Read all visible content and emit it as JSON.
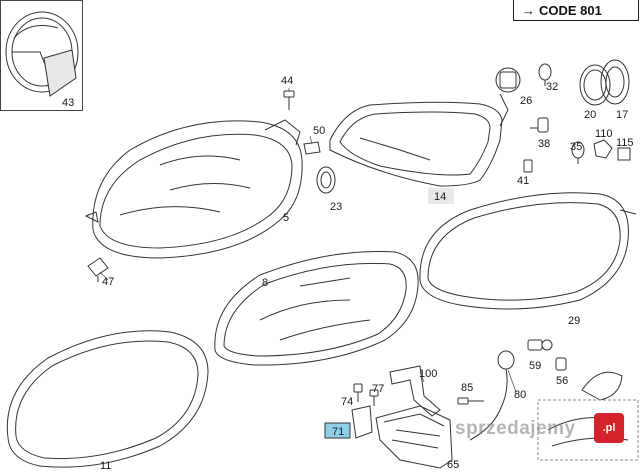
{
  "header": {
    "code_label": "CODE 801",
    "arrow": "→"
  },
  "parts": [
    {
      "id": "p43",
      "label": "43"
    },
    {
      "id": "p44",
      "label": "44"
    },
    {
      "id": "p50",
      "label": "50"
    },
    {
      "id": "p5",
      "label": "5"
    },
    {
      "id": "p47",
      "label": "47"
    },
    {
      "id": "p23",
      "label": "23"
    },
    {
      "id": "p14",
      "label": "14"
    },
    {
      "id": "p26",
      "label": "26"
    },
    {
      "id": "p32",
      "label": "32"
    },
    {
      "id": "p20",
      "label": "20"
    },
    {
      "id": "p17",
      "label": "17"
    },
    {
      "id": "p38",
      "label": "38"
    },
    {
      "id": "p35",
      "label": "35"
    },
    {
      "id": "p110",
      "label": "110"
    },
    {
      "id": "p115",
      "label": "115"
    },
    {
      "id": "p41",
      "label": "41"
    },
    {
      "id": "p8",
      "label": "8"
    },
    {
      "id": "p29",
      "label": "29"
    },
    {
      "id": "p100",
      "label": "100"
    },
    {
      "id": "p77",
      "label": "77"
    },
    {
      "id": "p74",
      "label": "74"
    },
    {
      "id": "p85",
      "label": "85"
    },
    {
      "id": "p59",
      "label": "59"
    },
    {
      "id": "p56",
      "label": "56"
    },
    {
      "id": "p80",
      "label": "80"
    },
    {
      "id": "p71",
      "label": "71"
    },
    {
      "id": "p65",
      "label": "65"
    },
    {
      "id": "p11",
      "label": "11"
    }
  ],
  "watermark": {
    "text": "sprzedajemy",
    "badge": ".pl"
  },
  "colors": {
    "line": "#333333",
    "highlight": "#8fd0e8",
    "inset_fill": "#e8e8e8"
  }
}
